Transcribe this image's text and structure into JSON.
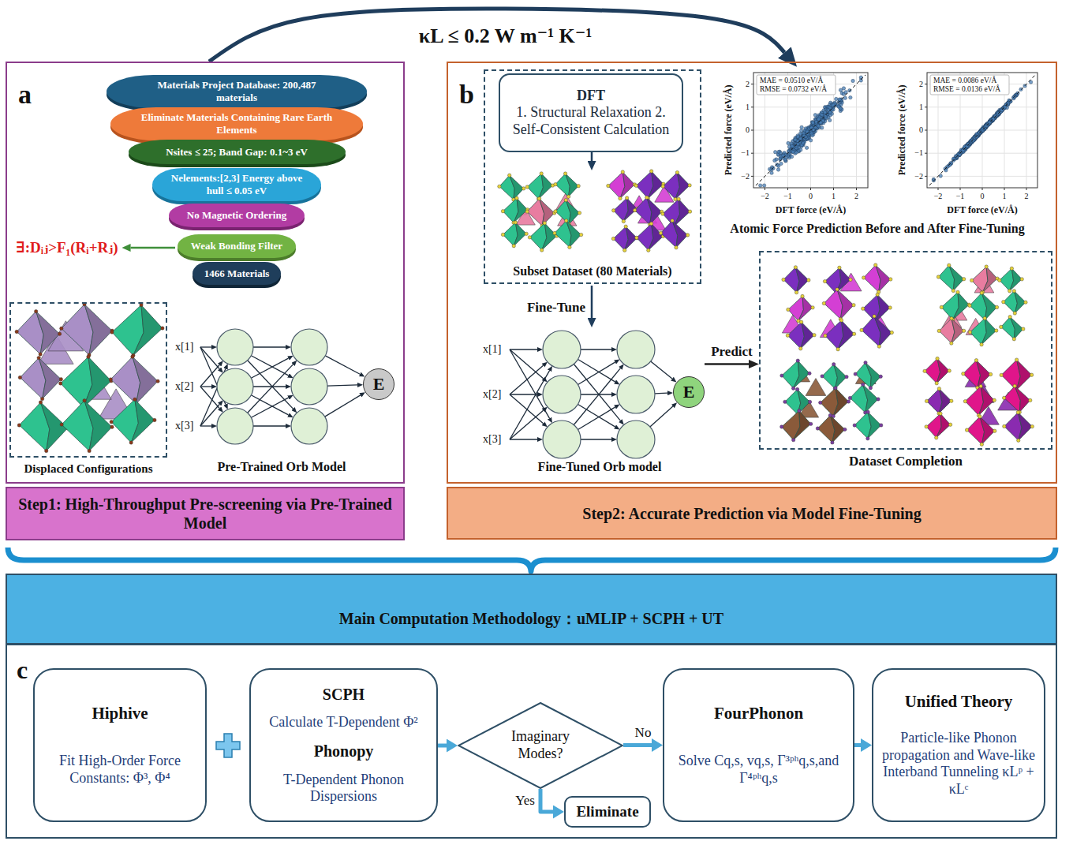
{
  "diagram": {
    "nodes": [
      {
        "text": [
          "a"
        ]
      },
      {
        "text": [
          "Materials Project Database: 200,487 materials"
        ],
        "in": 0
      },
      {
        "text": [
          "Eliminate Materials Containing Rare Earth Elements"
        ],
        "in": 0
      },
      {
        "text": [
          "Nsites ≤ 25; Band Gap: 0.1~3 eV"
        ],
        "in": 0
      },
      {
        "text": [
          "Nelements:[2,3] Energy above hull ≤ 0.05 eV"
        ],
        "in": 0
      },
      {
        "text": [
          "No Magnetic Ordering"
        ],
        "in": 0
      },
      {
        "text": [
          "Weak Bonding Filter"
        ],
        "in": 0
      },
      {
        "text": [
          "1466 Materials"
        ],
        "in": 0
      },
      {
        "text": [
          "Displaced Configurations"
        ],
        "in": 0
      },
      {
        "text": [
          "E"
        ],
        "in": 0
      },
      {
        "text": [
          "Step1: High-Throughput Pre-screening via Pre-Trained Model"
        ]
      },
      {
        "text": [
          "b"
        ]
      },
      {
        "text": [
          "Subset Dataset (80 Materials)"
        ],
        "in": 11
      },
      {
        "text": [
          "DFT",
          "1. Structural Relaxation 2. Self-Consistent Calculation"
        ],
        "in": 12
      },
      {
        "text": [
          "E"
        ],
        "in": 11
      },
      {
        "text": [
          "Dataset Completion"
        ],
        "in": 11
      },
      {
        "text": [
          "Step2: Accurate Prediction via Model Fine-Tuning"
        ]
      },
      {
        "text": [
          "Main Computation Methodology：uMLIP + SCPH + UT"
        ]
      },
      {
        "text": [
          "c"
        ]
      },
      {
        "text": [
          "Hiphive",
          "Fit High-Order Force Constants: Φ³, Φ⁴"
        ],
        "in": 18
      },
      {
        "text": [
          "SCPH",
          "Calculate T-Dependent Φ²",
          "Phonopy",
          "T-Dependent Phonon Dispersions"
        ],
        "in": 18
      },
      {
        "text": [
          "Imaginary Modes?"
        ],
        "in": 18
      },
      {
        "text": [
          "Eliminate"
        ],
        "in": 18
      },
      {
        "text": [
          "FourPhonon",
          "Solve Cq,s, vq,s, Γ³ᵖʰq,s,and Γ⁴ᵖʰq,s"
        ],
        "in": 18
      },
      {
        "text": [
          "Unified Theory",
          "Particle-like Phonon propagation and Wave-like Interband Tunneling κLᵖ + κLᶜ"
        ],
        "in": 18
      }
    ],
    "edges": [
      {
        "from": 0,
        "to": 11,
        "arrow": "to",
        "label": "κL ≤ 0.2 W m⁻¹ K⁻¹"
      },
      {
        "from": 14,
        "to": 15,
        "arrow": "to",
        "label": "Predict"
      },
      {
        "from": 20,
        "to": 21,
        "arrow": "to"
      },
      {
        "from": 21,
        "to": 23,
        "arrow": "to",
        "label": "No"
      },
      {
        "from": 21,
        "to": 22,
        "arrow": "to",
        "label": "Yes"
      },
      {
        "from": 23,
        "to": 24,
        "arrow": "to"
      }
    ],
    "labels": [
      "∃:Dᵢⱼ>F₁(Rᵢ+Rⱼ)",
      "x[1]",
      "x[2]",
      "x[3]",
      "Pre-Trained Orb Model",
      "MAE = 0.0510 eV/Å",
      "RMSE = 0.0732 eV/Å",
      "Predicted force (eV/Å)",
      "DFT force (eV/Å)",
      "2",
      "1",
      "0",
      "−1",
      "−2",
      "−2",
      "−1",
      "0",
      "1",
      "2",
      "MAE = 0.0086 eV/Å",
      "RMSE = 0.0136 eV/Å",
      "Predicted force (eV/Å)",
      "DFT force (eV/Å)",
      "2",
      "1",
      "0",
      "−1",
      "−2",
      "−2",
      "−1",
      "0",
      "1",
      "2",
      "Atomic Force Prediction Before and After Fine-Tuning",
      "Fine-Tune",
      "x[1]",
      "x[2]",
      "x[3]",
      "Fine-Tuned Orb model"
    ]
  }
}
